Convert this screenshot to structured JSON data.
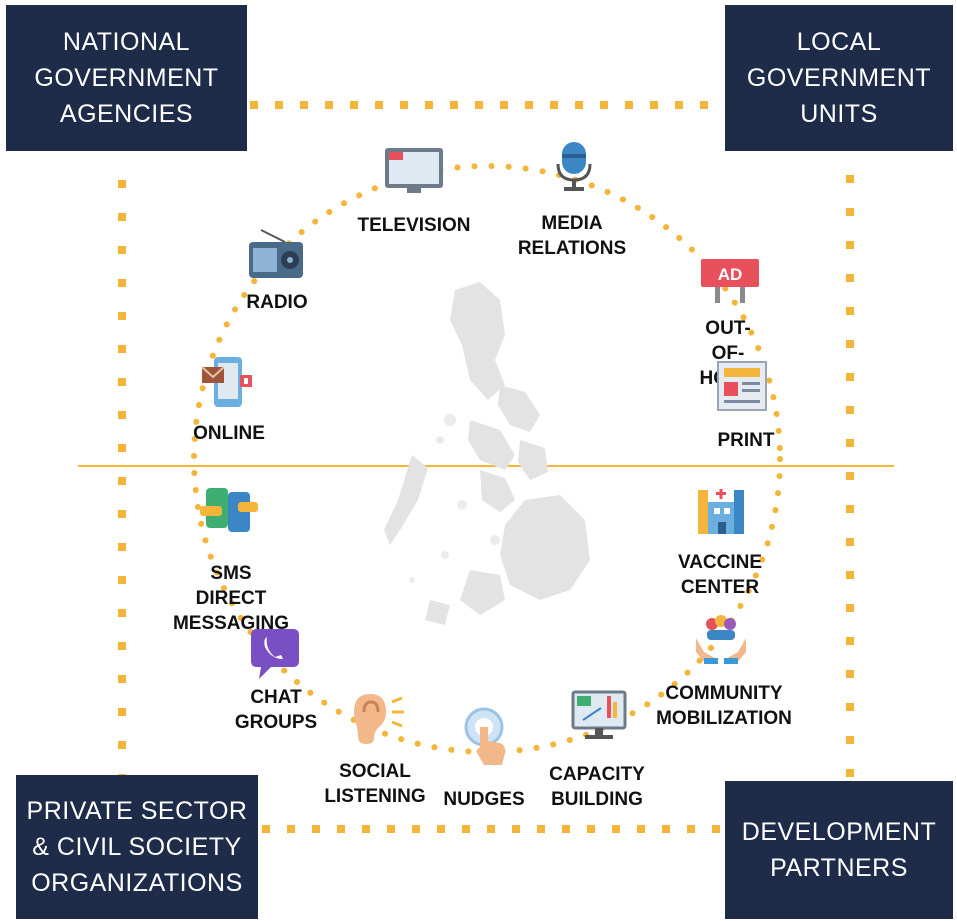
{
  "corners": {
    "top_left": "NATIONAL\nGOVERNMENT\nAGENCIES",
    "top_right": "LOCAL\nGOVERNMENT\nUNITS",
    "bottom_left": "PRIVATE SECTOR\n& CIVIL SOCIETY\nORGANIZATIONS",
    "bottom_right": "DEVELOPMENT\nPARTNERS"
  },
  "channels": {
    "television": "TELEVISION",
    "media_relations": "MEDIA\nRELATIONS",
    "out_of_home": "OUT-OF-HOME",
    "print": "PRINT",
    "vaccine_center": "VACCINE\nCENTER",
    "community_mobilization": "COMMUNITY\nMOBILIZATION",
    "capacity_building": "CAPACITY\nBUILDING",
    "nudges": "NUDGES",
    "social_listening": "SOCIAL\nLISTENING",
    "chat_groups": "CHAT\nGROUPS",
    "sms_direct_messaging": "SMS DIRECT\nMESSAGING",
    "online": "ONLINE",
    "radio": "RADIO"
  },
  "icons": {
    "television": "tv-icon",
    "media_relations": "microphone-icon",
    "out_of_home": "billboard-icon",
    "print": "newspaper-icon",
    "vaccine_center": "hospital-icon",
    "community_mobilization": "community-hands-icon",
    "capacity_building": "presentation-screen-icon",
    "nudges": "tap-finger-icon",
    "social_listening": "ear-icon",
    "chat_groups": "chat-app-icon",
    "sms_direct_messaging": "sms-phones-icon",
    "online": "mobile-email-icon",
    "radio": "radio-icon"
  },
  "colors": {
    "navy": "#1e2c4a",
    "orange_dots": "#f5b43a",
    "map_gray": "#e3e3e3"
  }
}
